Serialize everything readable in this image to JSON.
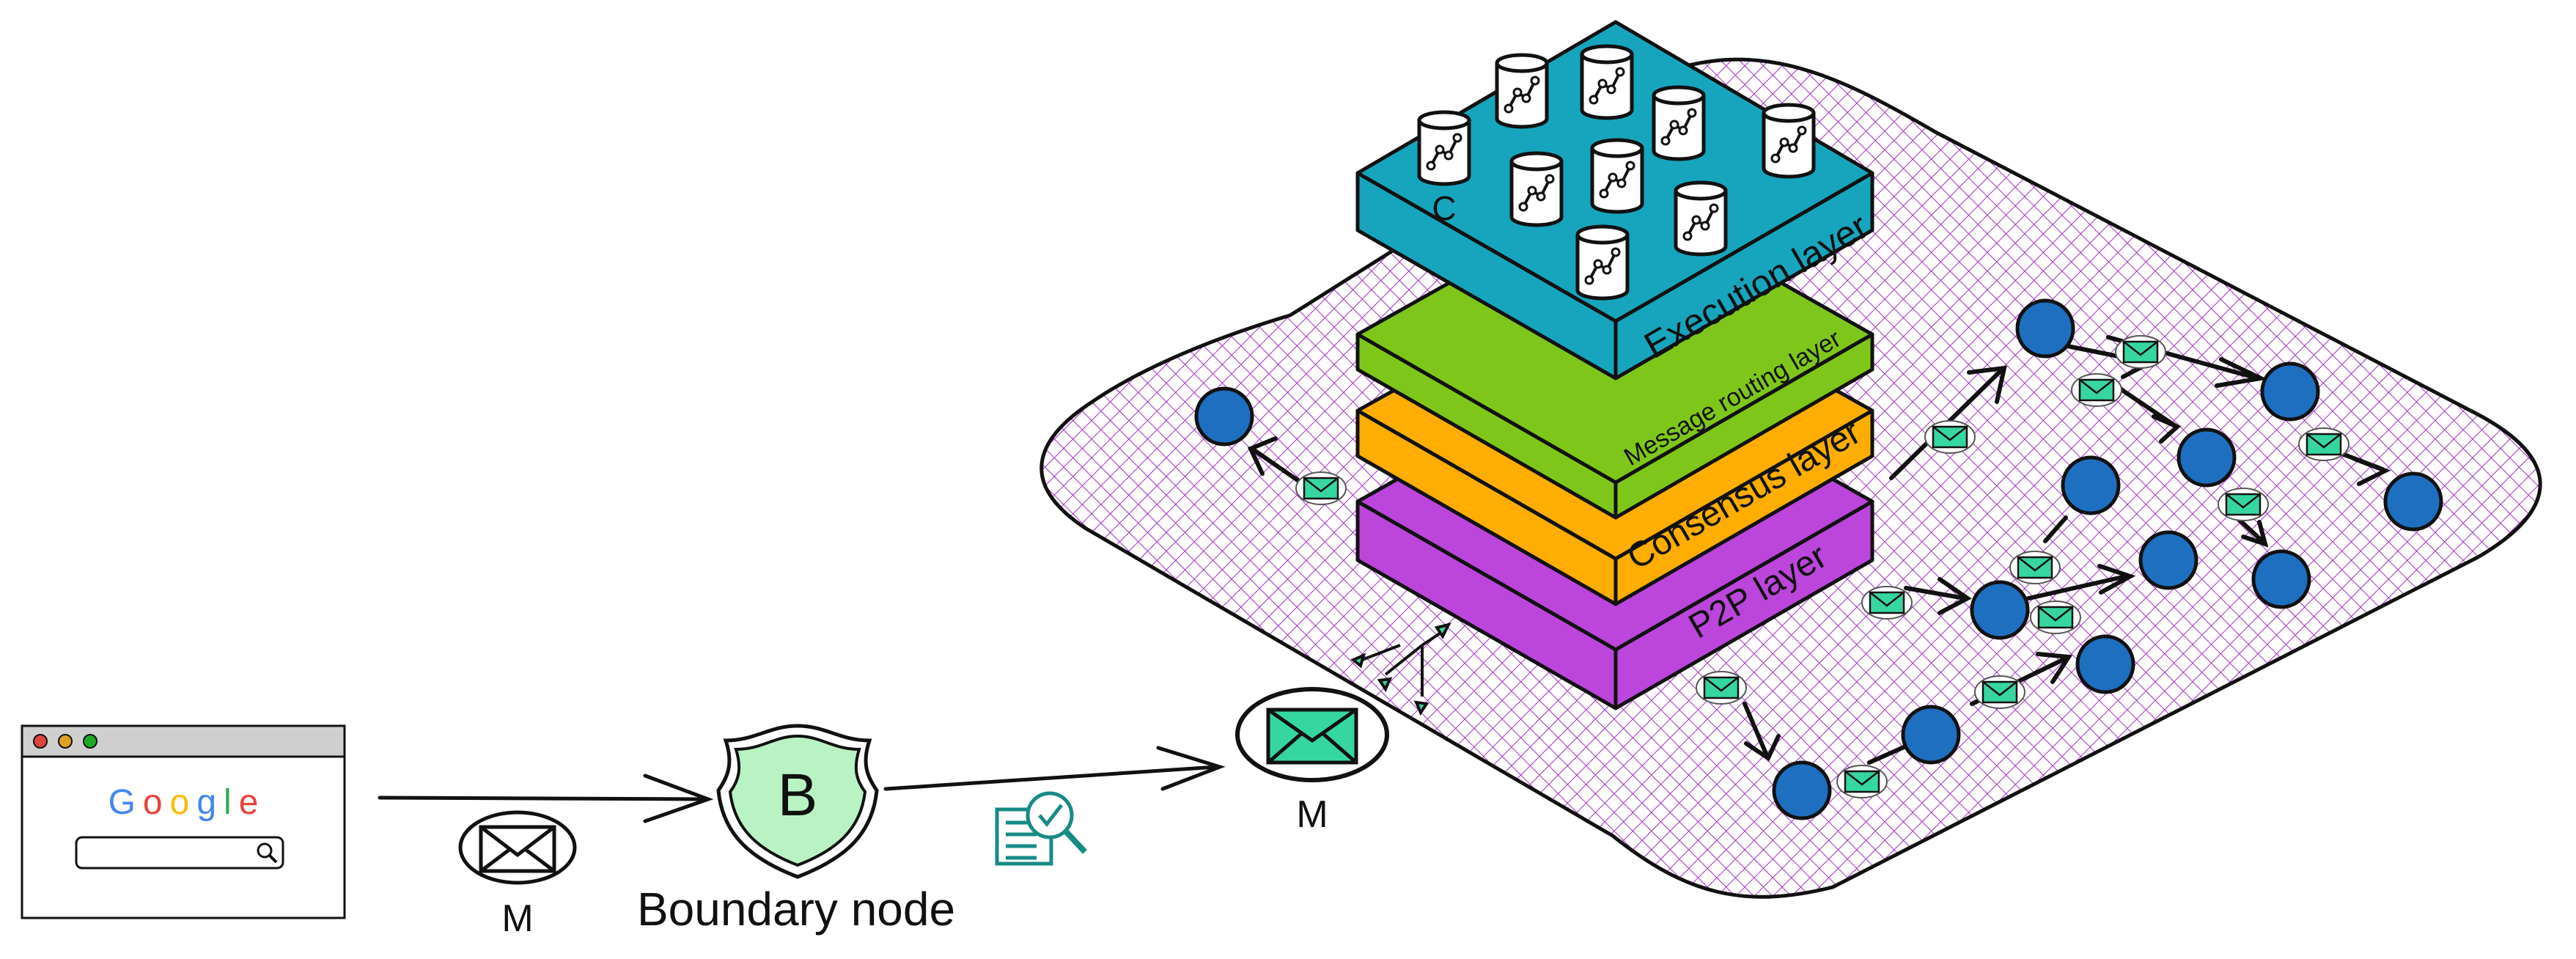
{
  "browser": {
    "logo_letters": [
      "G",
      "o",
      "o",
      "g",
      "l",
      "e"
    ],
    "logo_colors": [
      "#4285F4",
      "#EA4335",
      "#FBBC05",
      "#4285F4",
      "#34A853",
      "#EA4335"
    ],
    "window_button_colors": [
      "#e0443e",
      "#dea123",
      "#1aab29"
    ],
    "search_icon": "magnifier-icon"
  },
  "messages": {
    "first_label": "M",
    "second_label": "M"
  },
  "boundary_node": {
    "badge_letter": "B",
    "caption": "Boundary node",
    "badge_fill": "#b9f3c4"
  },
  "inspect_icon": "document-search-icon",
  "stack": {
    "canister_label": "C",
    "layers": [
      {
        "label": "Execution layer",
        "color": "#17a5bd"
      },
      {
        "label": "Message routing layer",
        "color": "#7ec71a"
      },
      {
        "label": "Consensus layer",
        "color": "#ffad00"
      },
      {
        "label": "P2P layer",
        "color": "#bc45dc"
      }
    ]
  },
  "network": {
    "hatch_color": "#a02ec8",
    "node_color": "#1f6fc1",
    "envelope_color": "#36d6a0"
  }
}
